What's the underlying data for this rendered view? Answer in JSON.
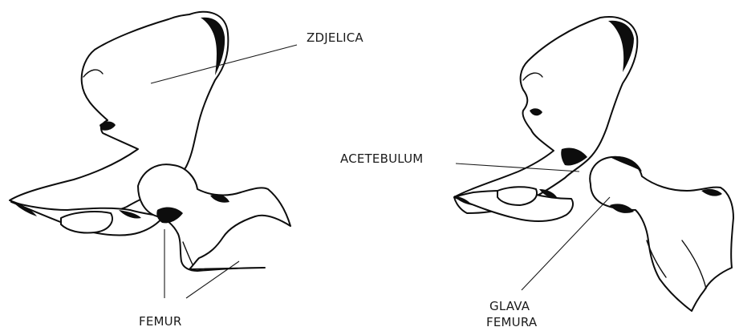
{
  "labels": {
    "zdjelica": "ZDJELICA",
    "femur": "FEMUR",
    "acetebulum": "ACETEBULUM",
    "glava_line1": "GLAVA",
    "glava_line2": "FEMURA"
  },
  "colors": {
    "ink": "#0d0d0d",
    "background": "#ffffff"
  }
}
